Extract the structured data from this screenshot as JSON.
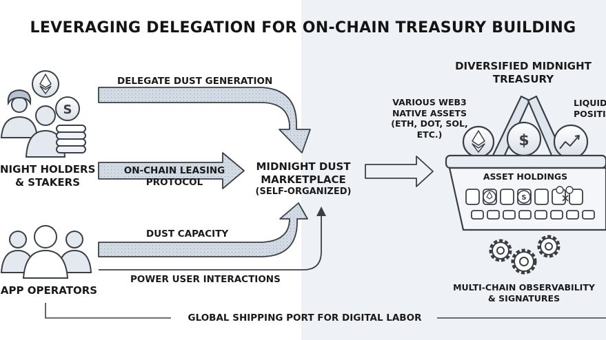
{
  "title": "LEVERAGING DELEGATION FOR ON-CHAIN TREASURY BUILDING",
  "left": {
    "night_holders_line1": "NIGHT HOLDERS",
    "night_holders_line2": "& STAKERS",
    "app_operators": "APP OPERATORS"
  },
  "flows": {
    "delegate_dust": "DELEGATE DUST GENERATION",
    "leasing_line1": "ON-CHAIN LEASING",
    "leasing_line2": "PROTOCOL",
    "dust_capacity": "DUST CAPACITY",
    "power_user": "POWER USER INTERACTIONS"
  },
  "marketplace": {
    "line1": "MIDNIGHT DUST",
    "line2": "MARKETPLACE",
    "line3": "(SELF-ORGANIZED)"
  },
  "treasury": {
    "title_line1": "DIVERSIFIED MIDNIGHT",
    "title_line2": "TREASURY",
    "assets_line1": "VARIOUS WEB3",
    "assets_line2": "NATIVE ASSETS",
    "assets_line3": "(ETH, DOT, SOL,",
    "assets_line4": "ETC.)",
    "liquid_line1": "LIQUID",
    "liquid_line2": "POSITIO",
    "holdings": "ASSET HOLDINGS",
    "observability_line1": "MULTI-CHAIN OBSERVABILITY",
    "observability_line2": "& SIGNATURES"
  },
  "footer": "GLOBAL SHIPPING PORT FOR DIGITAL LABOR",
  "colors": {
    "arrow_fill": "#d2dae4",
    "stroke": "#3a3f46",
    "panel": "#eef2f7"
  }
}
